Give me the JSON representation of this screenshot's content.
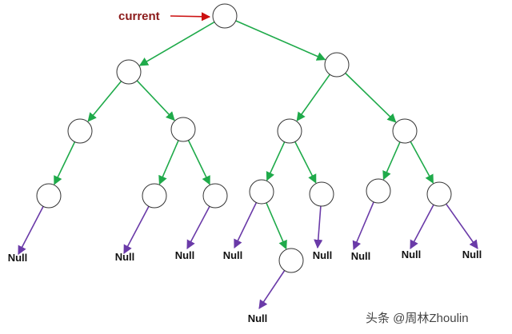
{
  "diagram": {
    "pointer_label": "current",
    "null_label": "Null",
    "watermark": "头条 @周林Zhoulin",
    "colors": {
      "child_edge": "#1faa4a",
      "null_edge": "#6a3aa8",
      "pointer_arrow": "#cc1111",
      "pointer_text": "#8b1a1a",
      "node_stroke": "#333333"
    }
  }
}
